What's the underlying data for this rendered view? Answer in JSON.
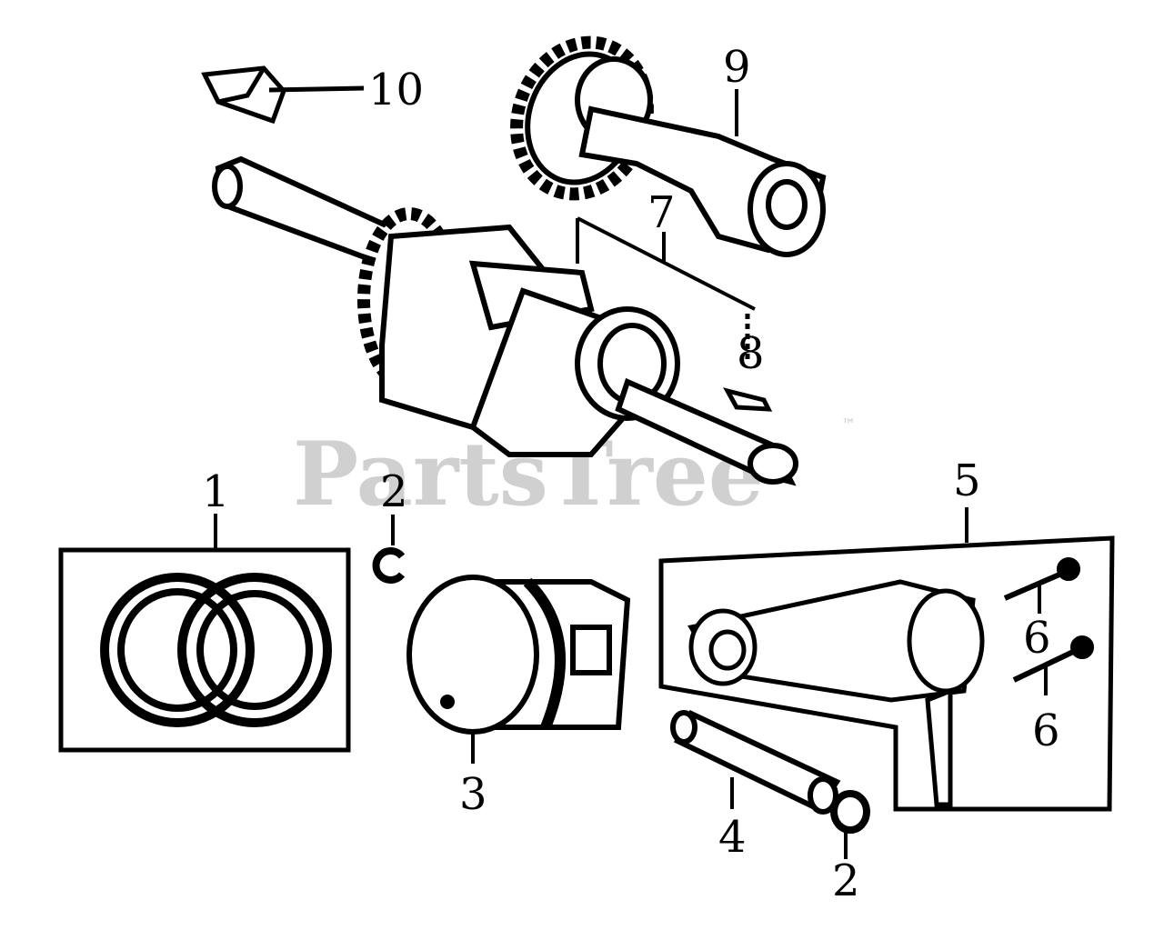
{
  "watermark": {
    "text": "PartsTree",
    "trademark": "™"
  },
  "callouts": [
    {
      "id": "c1",
      "label": "1"
    },
    {
      "id": "c2a",
      "label": "2"
    },
    {
      "id": "c2b",
      "label": "2"
    },
    {
      "id": "c3",
      "label": "3"
    },
    {
      "id": "c4",
      "label": "4"
    },
    {
      "id": "c5",
      "label": "5"
    },
    {
      "id": "c6a",
      "label": "6"
    },
    {
      "id": "c6b",
      "label": "6"
    },
    {
      "id": "c7",
      "label": "7"
    },
    {
      "id": "c8",
      "label": "8"
    },
    {
      "id": "c9",
      "label": "9"
    },
    {
      "id": "c10",
      "label": "10"
    }
  ],
  "colors": {
    "line": "#000000",
    "watermark": "#d0d0d0",
    "background": "#ffffff"
  }
}
